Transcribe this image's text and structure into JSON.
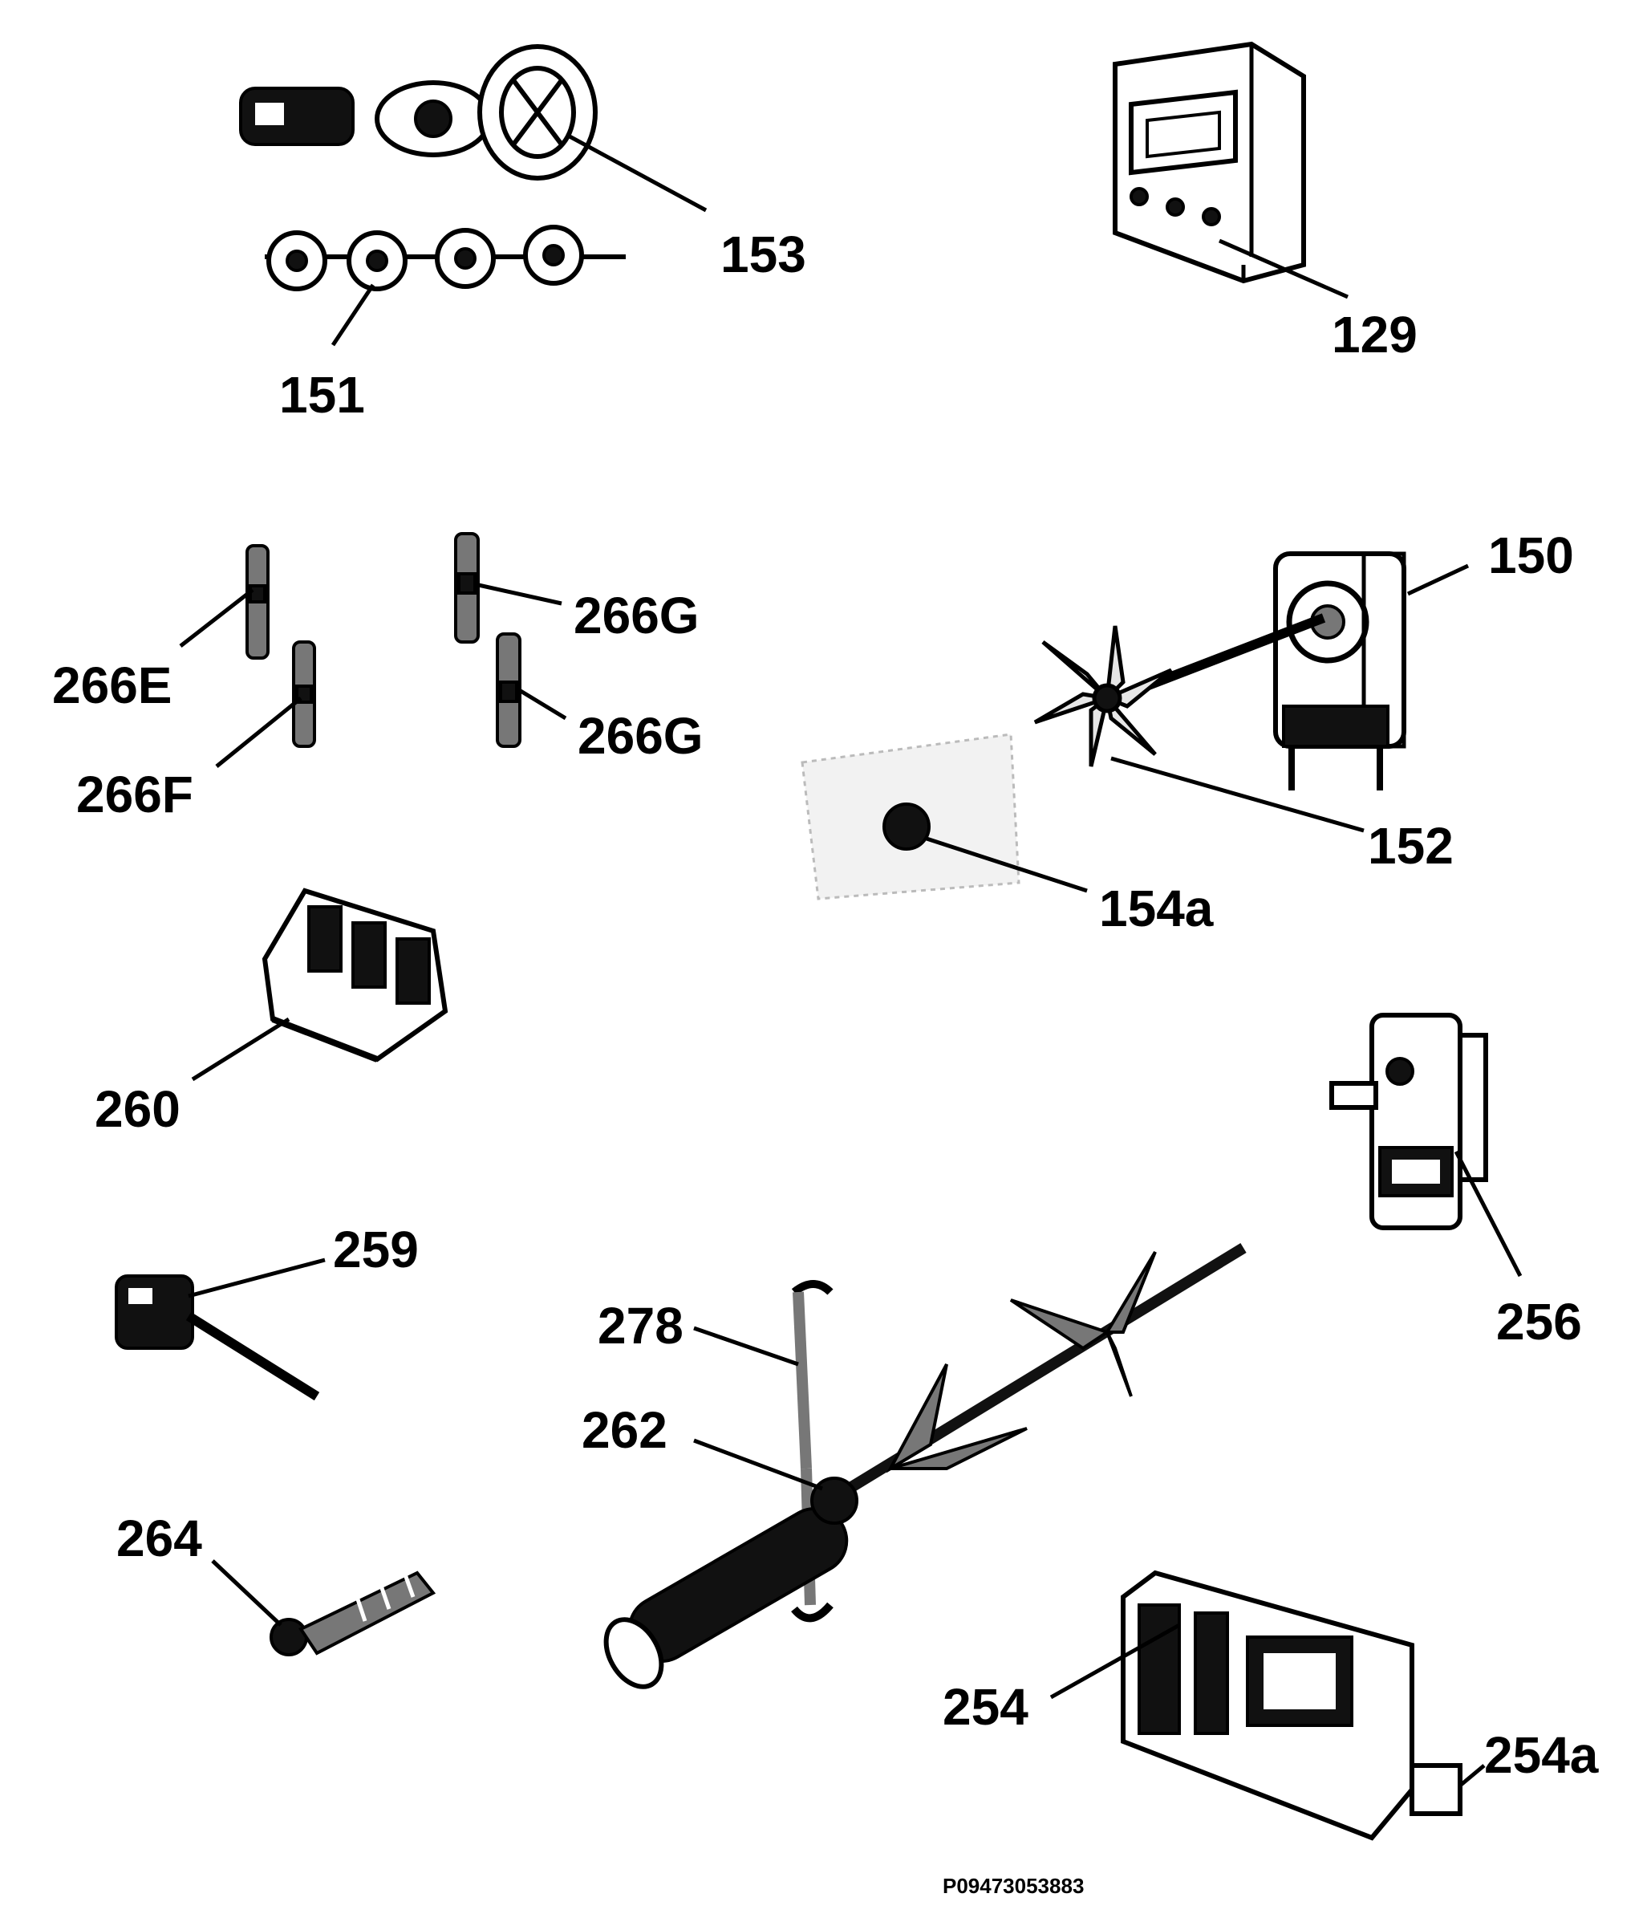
{
  "labels": {
    "p153": "153",
    "p151": "151",
    "p129": "129",
    "p150": "150",
    "p266G_a": "266G",
    "p266E": "266E",
    "p266G_b": "266G",
    "p266F": "266F",
    "p152": "152",
    "p154a": "154a",
    "p260": "260",
    "p256": "256",
    "p259": "259",
    "p278": "278",
    "p262": "262",
    "p264": "264",
    "p254": "254",
    "p254a": "254a"
  },
  "drawing_code": "P09473053883"
}
